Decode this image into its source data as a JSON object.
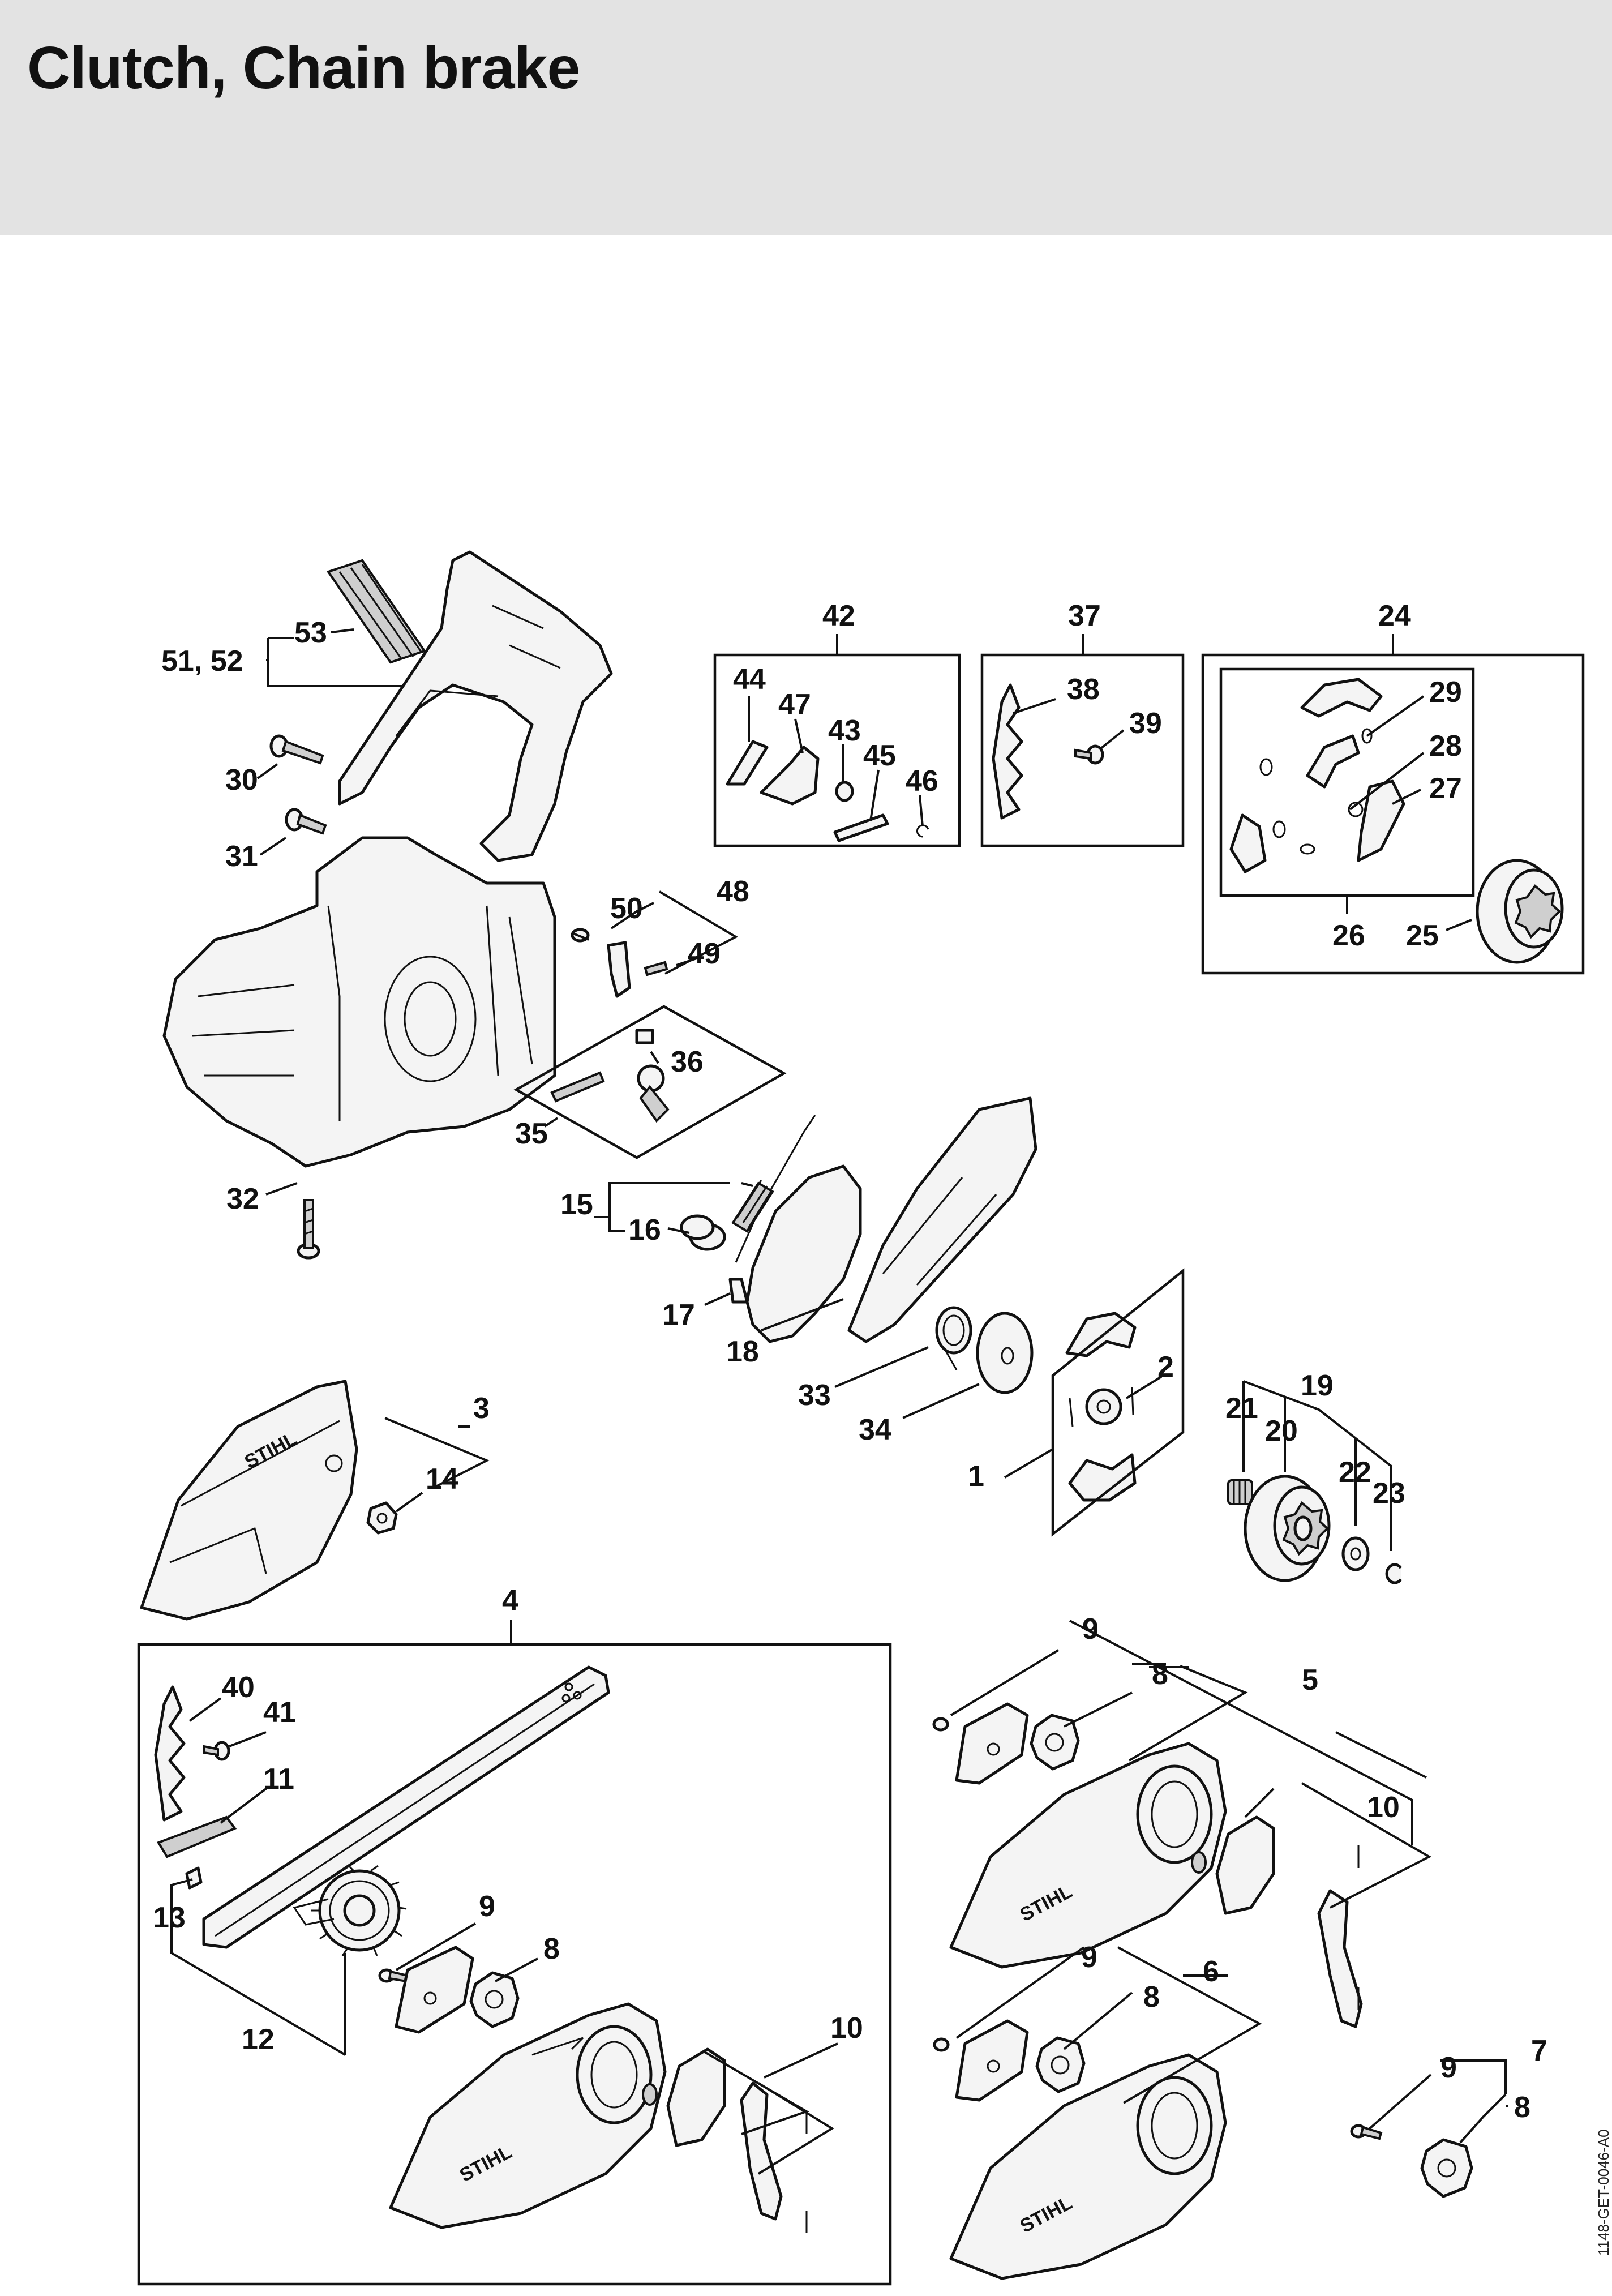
{
  "title": "Clutch, Chain brake",
  "reference_code": "1148-GET-0046-A0",
  "callouts": {
    "c1": "1",
    "c2": "2",
    "c3": "3",
    "c4": "4",
    "c5": "5",
    "c6": "6",
    "c7": "7",
    "c8a": "8",
    "c8b": "8",
    "c8c": "8",
    "c8d": "8",
    "c9a": "9",
    "c9b": "9",
    "c9c": "9",
    "c9d": "9",
    "c10a": "10",
    "c10b": "10",
    "c11": "11",
    "c12": "12",
    "c13": "13",
    "c14": "14",
    "c15": "15",
    "c16": "16",
    "c17": "17",
    "c18": "18",
    "c19": "19",
    "c20": "20",
    "c21": "21",
    "c22": "22",
    "c23": "23",
    "c24": "24",
    "c25": "25",
    "c26": "26",
    "c27": "27",
    "c28": "28",
    "c29": "29",
    "c30": "30",
    "c31": "31",
    "c32": "32",
    "c33": "33",
    "c34": "34",
    "c35": "35",
    "c36": "36",
    "c37": "37",
    "c38": "38",
    "c39": "39",
    "c40": "40",
    "c41": "41",
    "c42": "42",
    "c43": "43",
    "c44": "44",
    "c45": "45",
    "c46": "46",
    "c47": "47",
    "c48": "48",
    "c49": "49",
    "c50": "50",
    "c51_52": "51, 52",
    "c53": "53"
  },
  "brand_marks": {
    "cover_3": "STIHL",
    "cover_4": "STIHL",
    "cover_5": "STIHL",
    "cover_6": "STIHL"
  }
}
